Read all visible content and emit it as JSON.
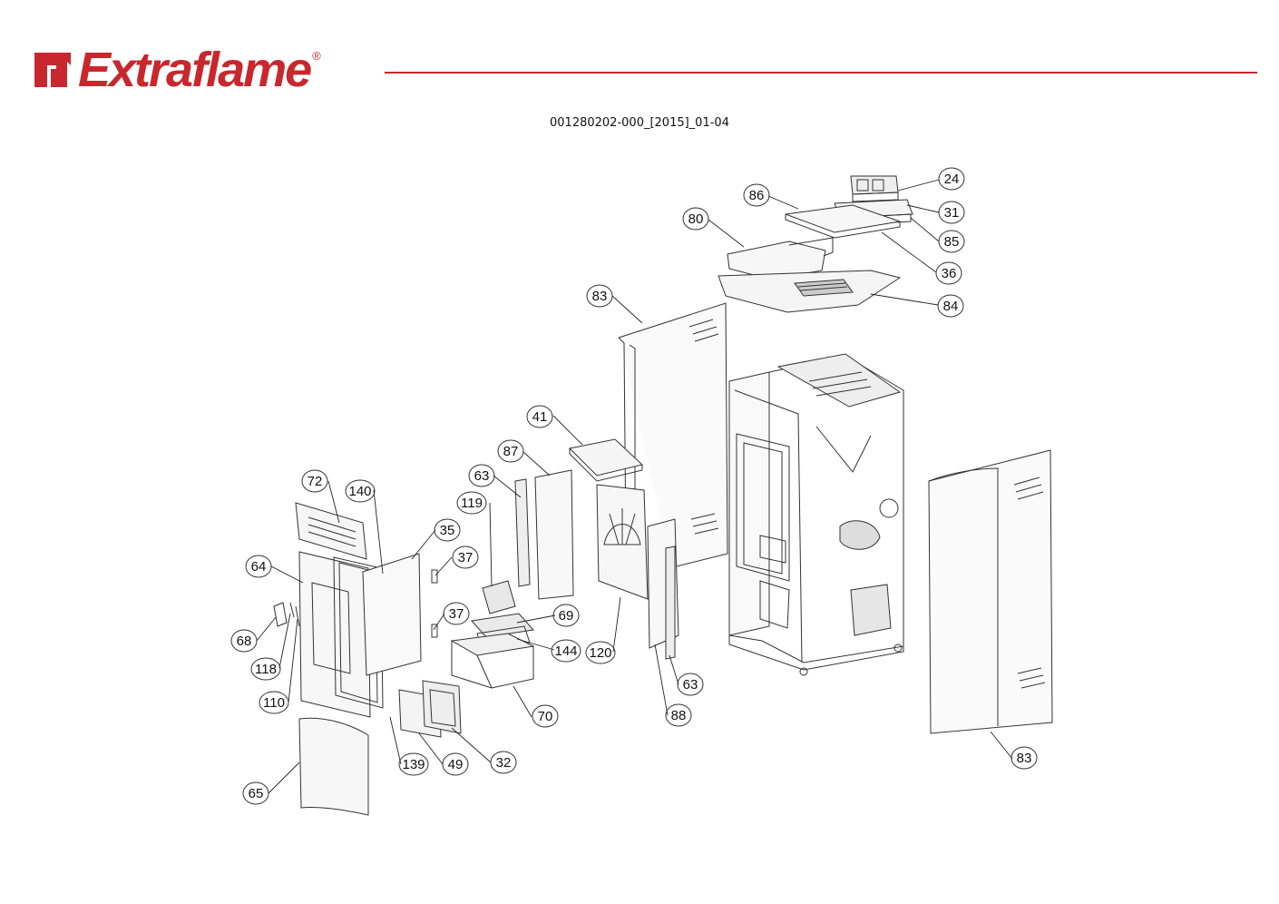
{
  "brand": {
    "name": "Extraflame",
    "registered": "®",
    "color": "#c8282d"
  },
  "document": {
    "code": "001280202-000_[2015]_01-04"
  },
  "callouts": [
    "24",
    "31",
    "85",
    "36",
    "86",
    "80",
    "84",
    "83",
    "41",
    "87",
    "63",
    "119",
    "72",
    "140",
    "35",
    "37",
    "64",
    "69",
    "144",
    "120",
    "68",
    "118",
    "110",
    "70",
    "88",
    "63",
    "139",
    "49",
    "32",
    "65",
    "83",
    "37"
  ]
}
